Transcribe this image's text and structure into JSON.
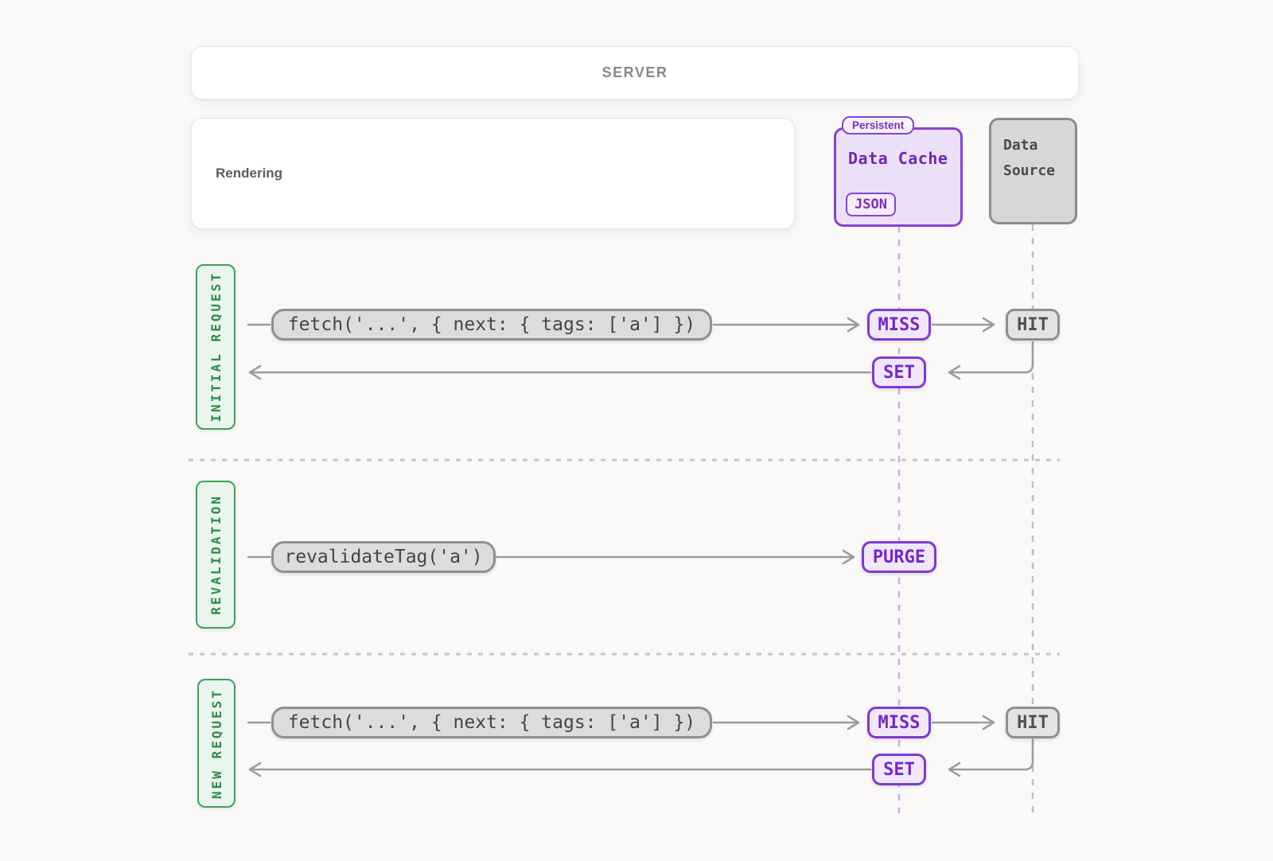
{
  "header": {
    "server_label": "SERVER"
  },
  "components": {
    "rendering": {
      "label": "Rendering"
    },
    "data_cache": {
      "badge": "Persistent",
      "title": "Data Cache",
      "format_tag": "JSON"
    },
    "data_source": {
      "line1": "Data",
      "line2": "Source"
    }
  },
  "lanes": {
    "initial_request": {
      "label": "INITIAL REQUEST",
      "request_call": "fetch('...', { next: { tags: ['a'] })",
      "cache_result": "MISS",
      "source_result": "HIT",
      "cache_write": "SET"
    },
    "revalidation": {
      "label": "REVALIDATION",
      "request_call": "revalidateTag('a')",
      "cache_action": "PURGE"
    },
    "new_request": {
      "label": "NEW REQUEST",
      "request_call": "fetch('...', { next: { tags: ['a'] })",
      "cache_result": "MISS",
      "source_result": "HIT",
      "cache_write": "SET"
    }
  },
  "colors": {
    "background": "#faf9f7",
    "accent_purple": "#7e3ad2",
    "purple_fill": "#f1e7fc",
    "cache_box_fill": "#ecdff8",
    "accent_green": "#3ea158",
    "green_fill": "#e9f5ed",
    "gray_border": "#8f8f8f",
    "gray_fill": "#dcdcdc",
    "wire_gray": "#9c9c9c",
    "lifeline_purple": "#cfa9f0",
    "lifeline_gray": "#bdbdbd"
  }
}
